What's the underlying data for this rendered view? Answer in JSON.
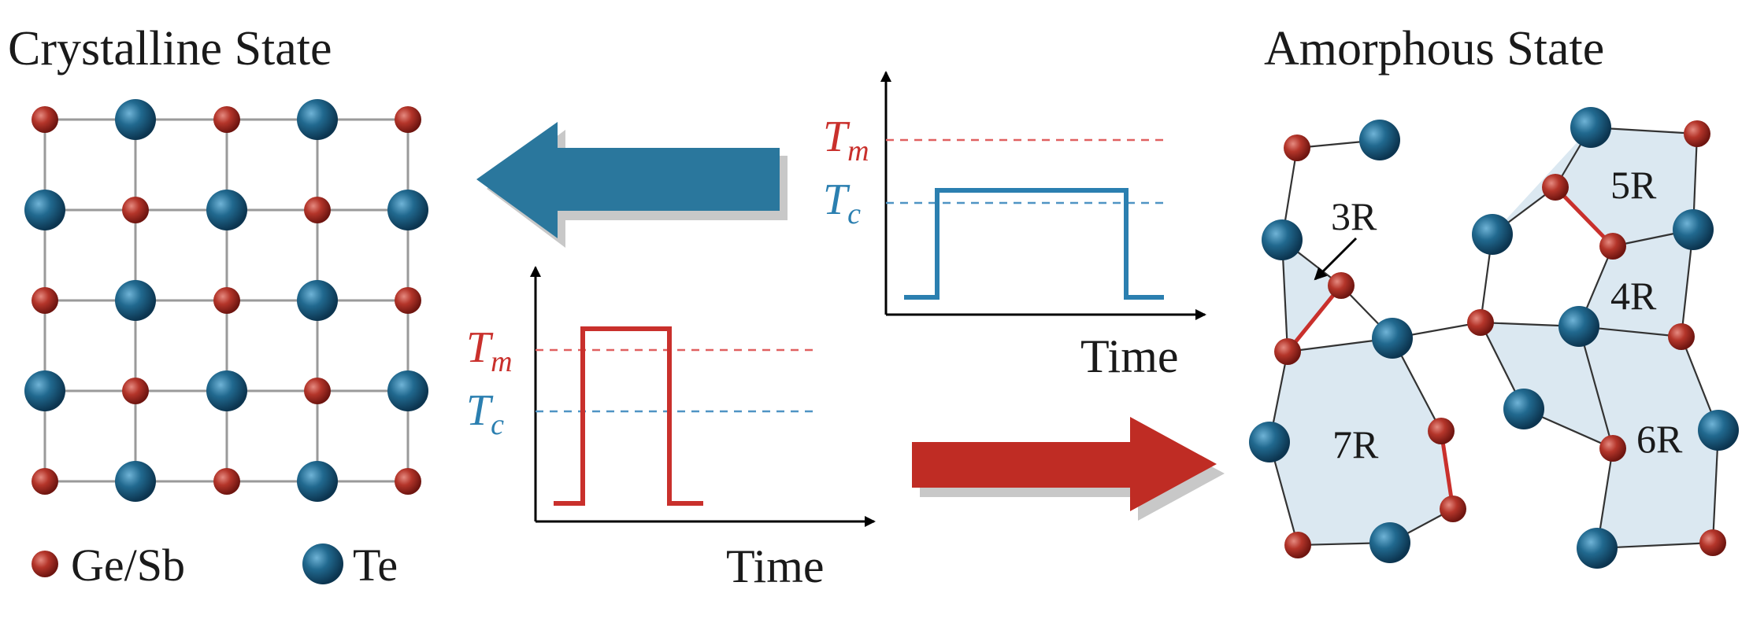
{
  "titles": {
    "crystalline": "Crystalline State",
    "amorphous": "Amorphous State"
  },
  "legend": {
    "gesb": "Ge/Sb",
    "te": "Te"
  },
  "plots": {
    "amorphization": {
      "xlabel": "Time",
      "tm_main": "T",
      "tm_sub": "m",
      "tc_main": "T",
      "tc_sub": "c"
    },
    "crystallization": {
      "xlabel": "Time",
      "tm_main": "T",
      "tm_sub": "m",
      "tc_main": "T",
      "tc_sub": "c"
    }
  },
  "rings": {
    "r3": "3R",
    "r4": "4R",
    "r5": "5R",
    "r6": "6R",
    "r7": "7R"
  },
  "colors": {
    "red_atom": "#a82a20",
    "blue_atom": "#1f5f86",
    "red_pulse": "#c9302c",
    "blue_pulse": "#2b7fb0",
    "red_arrow": "#bf2c24",
    "blue_arrow": "#2a779d",
    "ring_fill": "#dbe8f1"
  }
}
